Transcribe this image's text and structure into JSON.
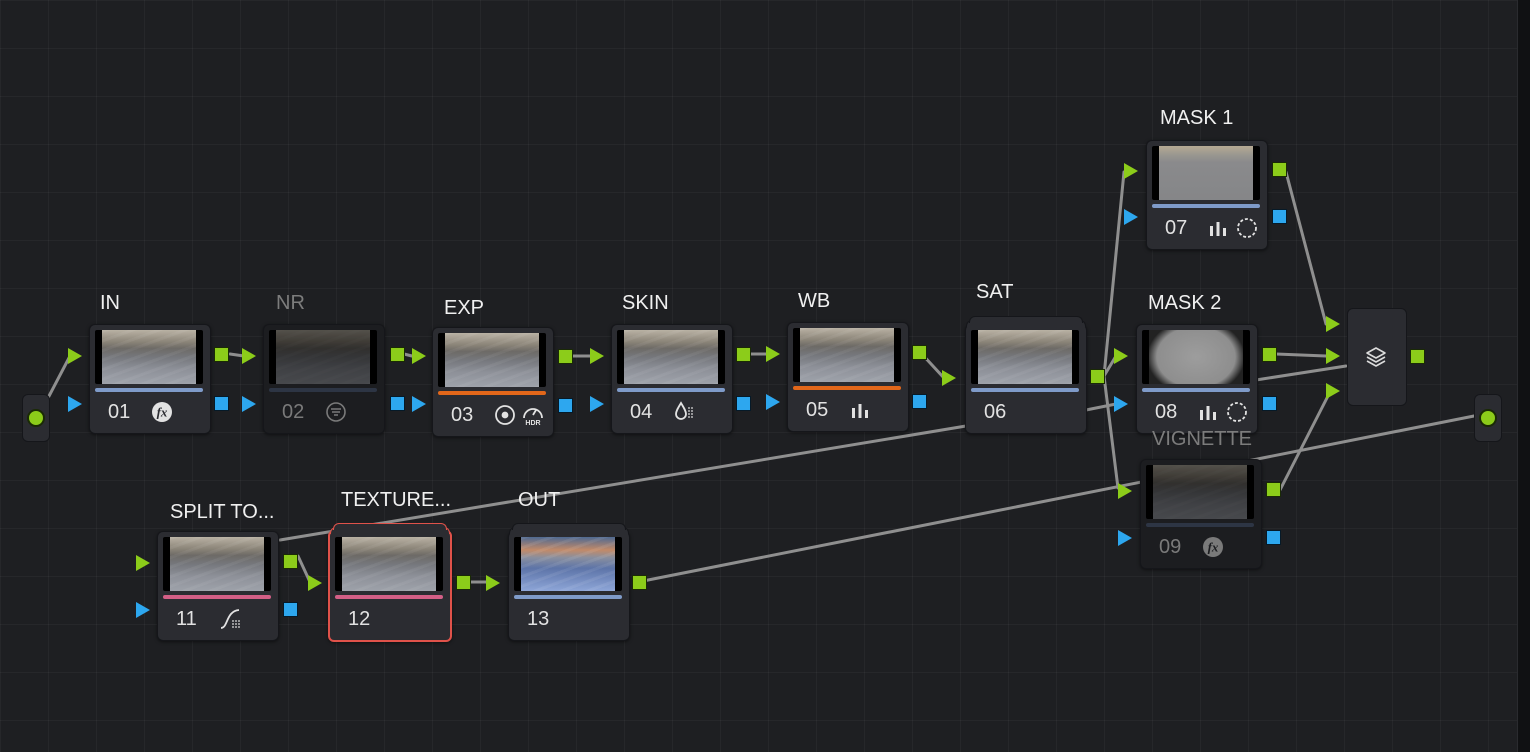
{
  "app": {
    "panel": "Node Graph"
  },
  "nodes": [
    {
      "id": "01",
      "label": "IN",
      "icons": [
        "fx-icon"
      ],
      "bar": "blue"
    },
    {
      "id": "02",
      "label": "NR",
      "icons": [
        "noise-reduction-icon"
      ],
      "bar": "dark",
      "disabled": true
    },
    {
      "id": "03",
      "label": "EXP",
      "icons": [
        "exposure-icon",
        "hdr-icon"
      ],
      "bar": "orange"
    },
    {
      "id": "04",
      "label": "SKIN",
      "icons": [
        "skin-drop-icon"
      ],
      "bar": "blue"
    },
    {
      "id": "05",
      "label": "WB",
      "icons": [
        "bars-icon"
      ],
      "bar": "orange"
    },
    {
      "id": "06",
      "label": "SAT",
      "icons": [],
      "bar": "blue"
    },
    {
      "id": "07",
      "label": "MASK 1",
      "icons": [
        "bars-icon",
        "window-mask-icon"
      ],
      "bar": "blue"
    },
    {
      "id": "08",
      "label": "MASK 2",
      "icons": [
        "bars-icon",
        "window-mask-icon"
      ],
      "bar": "blue"
    },
    {
      "id": "09",
      "label": "VIGNETTE",
      "icons": [
        "fx-icon"
      ],
      "bar": "dark",
      "disabled": true
    },
    {
      "id": "11",
      "label": "SPLIT TO...",
      "icons": [
        "curves-icon"
      ],
      "bar": "pink"
    },
    {
      "id": "12",
      "label": "TEXTURE...",
      "icons": [],
      "bar": "pink",
      "selected": true
    },
    {
      "id": "13",
      "label": "OUT",
      "icons": [],
      "bar": "blue"
    }
  ],
  "colors": {
    "background": "#1e1f22",
    "node": "#2b2c31",
    "rgb_port": "#8ccc1a",
    "alpha_port": "#2da7ef",
    "wire": "#8f8f8f",
    "selected_outline": "#e0524a"
  }
}
